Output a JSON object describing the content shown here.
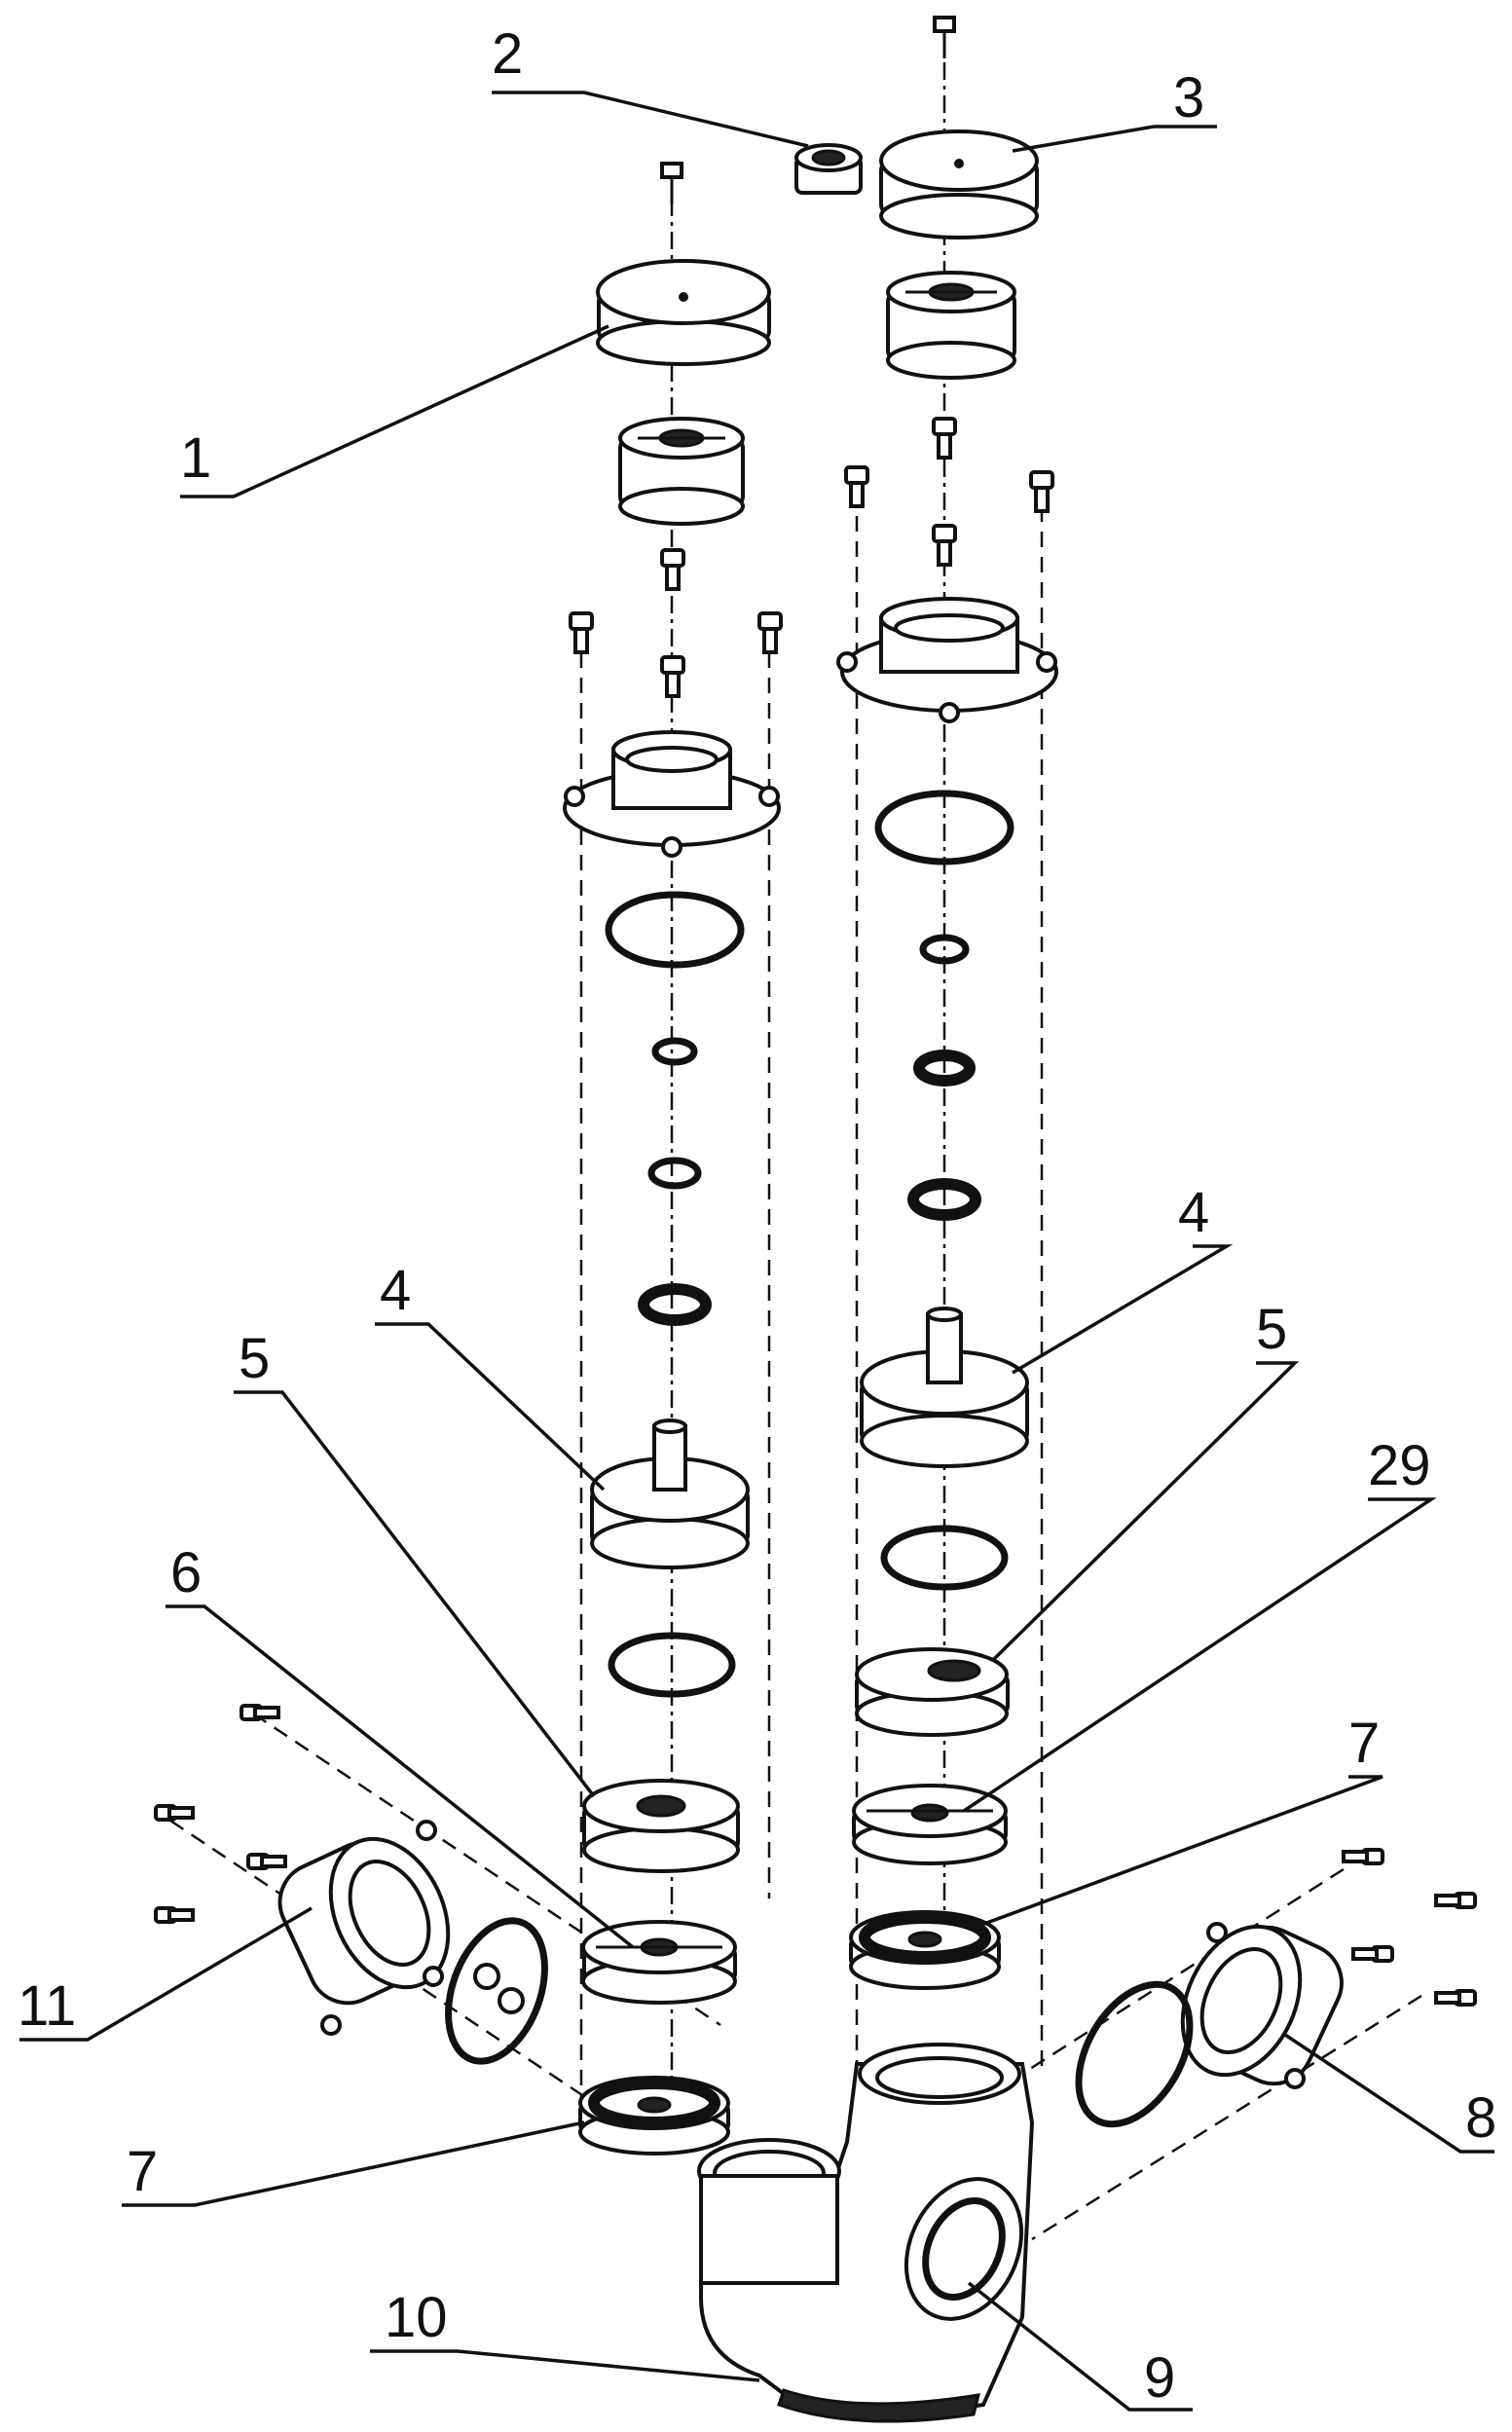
{
  "labels": {
    "l1": "1",
    "l2": "2",
    "l3": "3",
    "l4_left": "4",
    "l4_right": "4",
    "l5_left": "5",
    "l5_right": "5",
    "l6": "6",
    "l7_left": "7",
    "l7_right": "7",
    "l8": "8",
    "l9": "9",
    "l10": "10",
    "l11": "11",
    "l29": "29"
  }
}
